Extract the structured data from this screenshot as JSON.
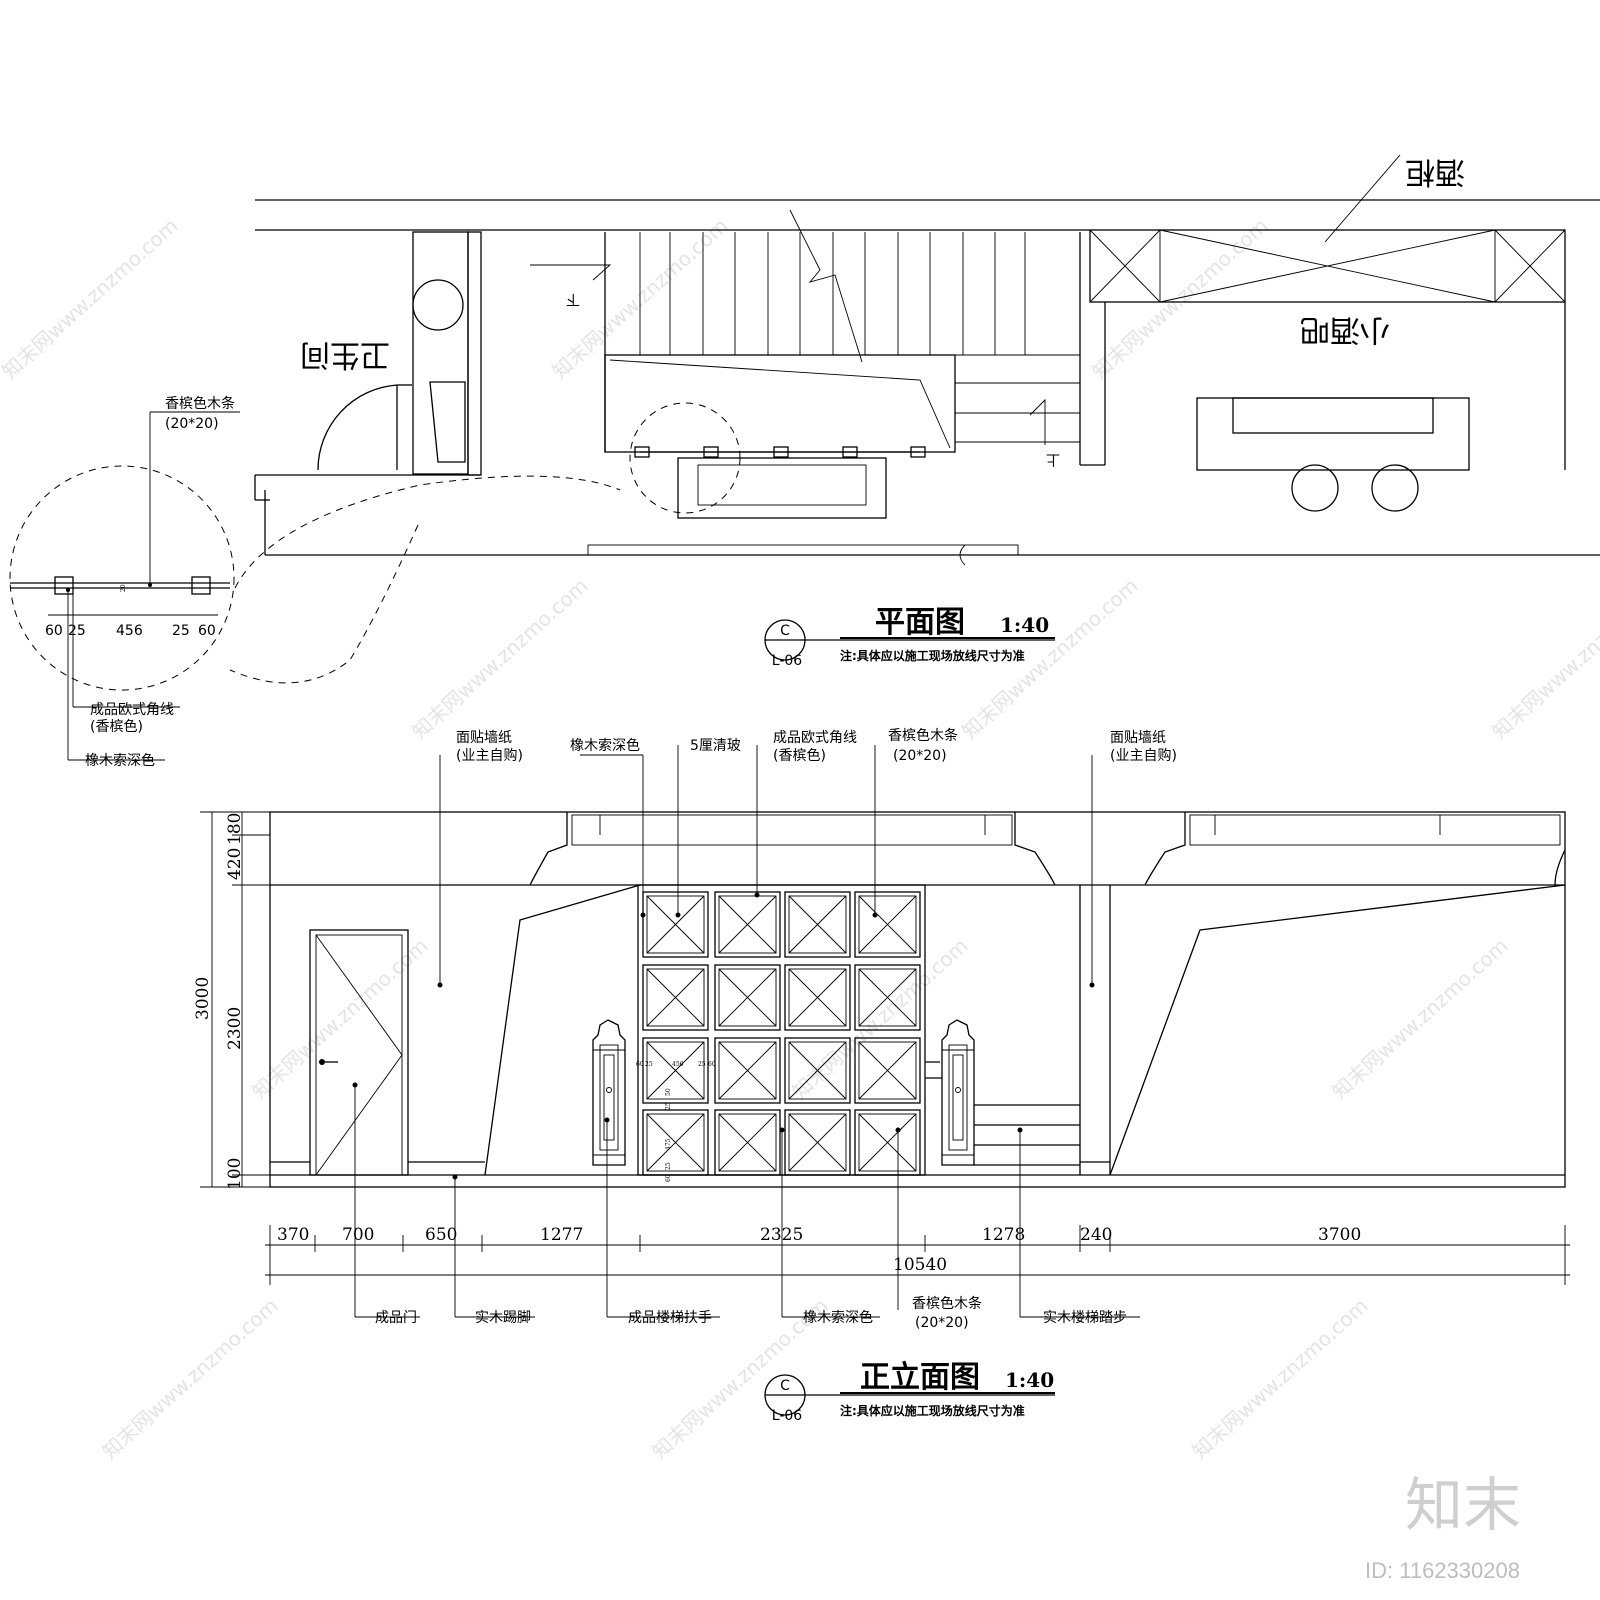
{
  "watermark": {
    "text": "知末网www.znzmo.com",
    "brand": "知末",
    "id": "ID: 1162330208"
  },
  "plan": {
    "rooms": {
      "bathroom": "卫生间",
      "bar": "小酒吧",
      "cabinet": "酒柜"
    },
    "stair_marks": {
      "down": "下",
      "up": "上"
    },
    "title": "平面图",
    "scale": "1:40",
    "symbol_top": "C",
    "symbol_bottom": "L-06",
    "note": "注:具体应以施工现场放线尺寸为准"
  },
  "detail": {
    "label_top": "香槟色木条",
    "label_top_spec": "(20*20)",
    "label_bottom1": "成品欧式角线",
    "label_bottom1_spec": "(香槟色)",
    "label_bottom2": "橡木索深色",
    "dim_height": "20",
    "dims": [
      "60",
      "25",
      "456",
      "25",
      "60"
    ]
  },
  "elevation": {
    "callouts_top": {
      "wallpaper_left": "面贴墙纸",
      "wallpaper_left_spec": "(业主自购)",
      "oak": "橡木索深色",
      "glass": "5厘清玻",
      "molding": "成品欧式角线",
      "molding_spec": "(香槟色)",
      "strip": "香槟色木条",
      "strip_spec": "(20*20)",
      "wallpaper_right": "面贴墙纸",
      "wallpaper_right_spec": "(业主自购)"
    },
    "callouts_bottom": {
      "door": "成品门",
      "skirting": "实木踢脚",
      "handrail": "成品楼梯扶手",
      "oak": "橡木索深色",
      "strip": "香槟色木条",
      "strip_spec": "(20*20)",
      "tread": "实木楼梯踏步"
    },
    "vertical_dims": {
      "total": "3000",
      "top": "180",
      "cornice": "420",
      "main": "2300",
      "base": "100"
    },
    "horizontal_dims": [
      "370",
      "700",
      "650",
      "1277",
      "2325",
      "1278",
      "240",
      "3700"
    ],
    "total_width": "10540",
    "small_dims": [
      "60",
      "25",
      "456",
      "25",
      "60",
      "25",
      "50",
      "475",
      "60",
      "25"
    ],
    "title": "正立面图",
    "scale": "1:40",
    "symbol_top": "C",
    "symbol_bottom": "L-06",
    "note": "注:具体应以施工现场放线尺寸为准"
  }
}
